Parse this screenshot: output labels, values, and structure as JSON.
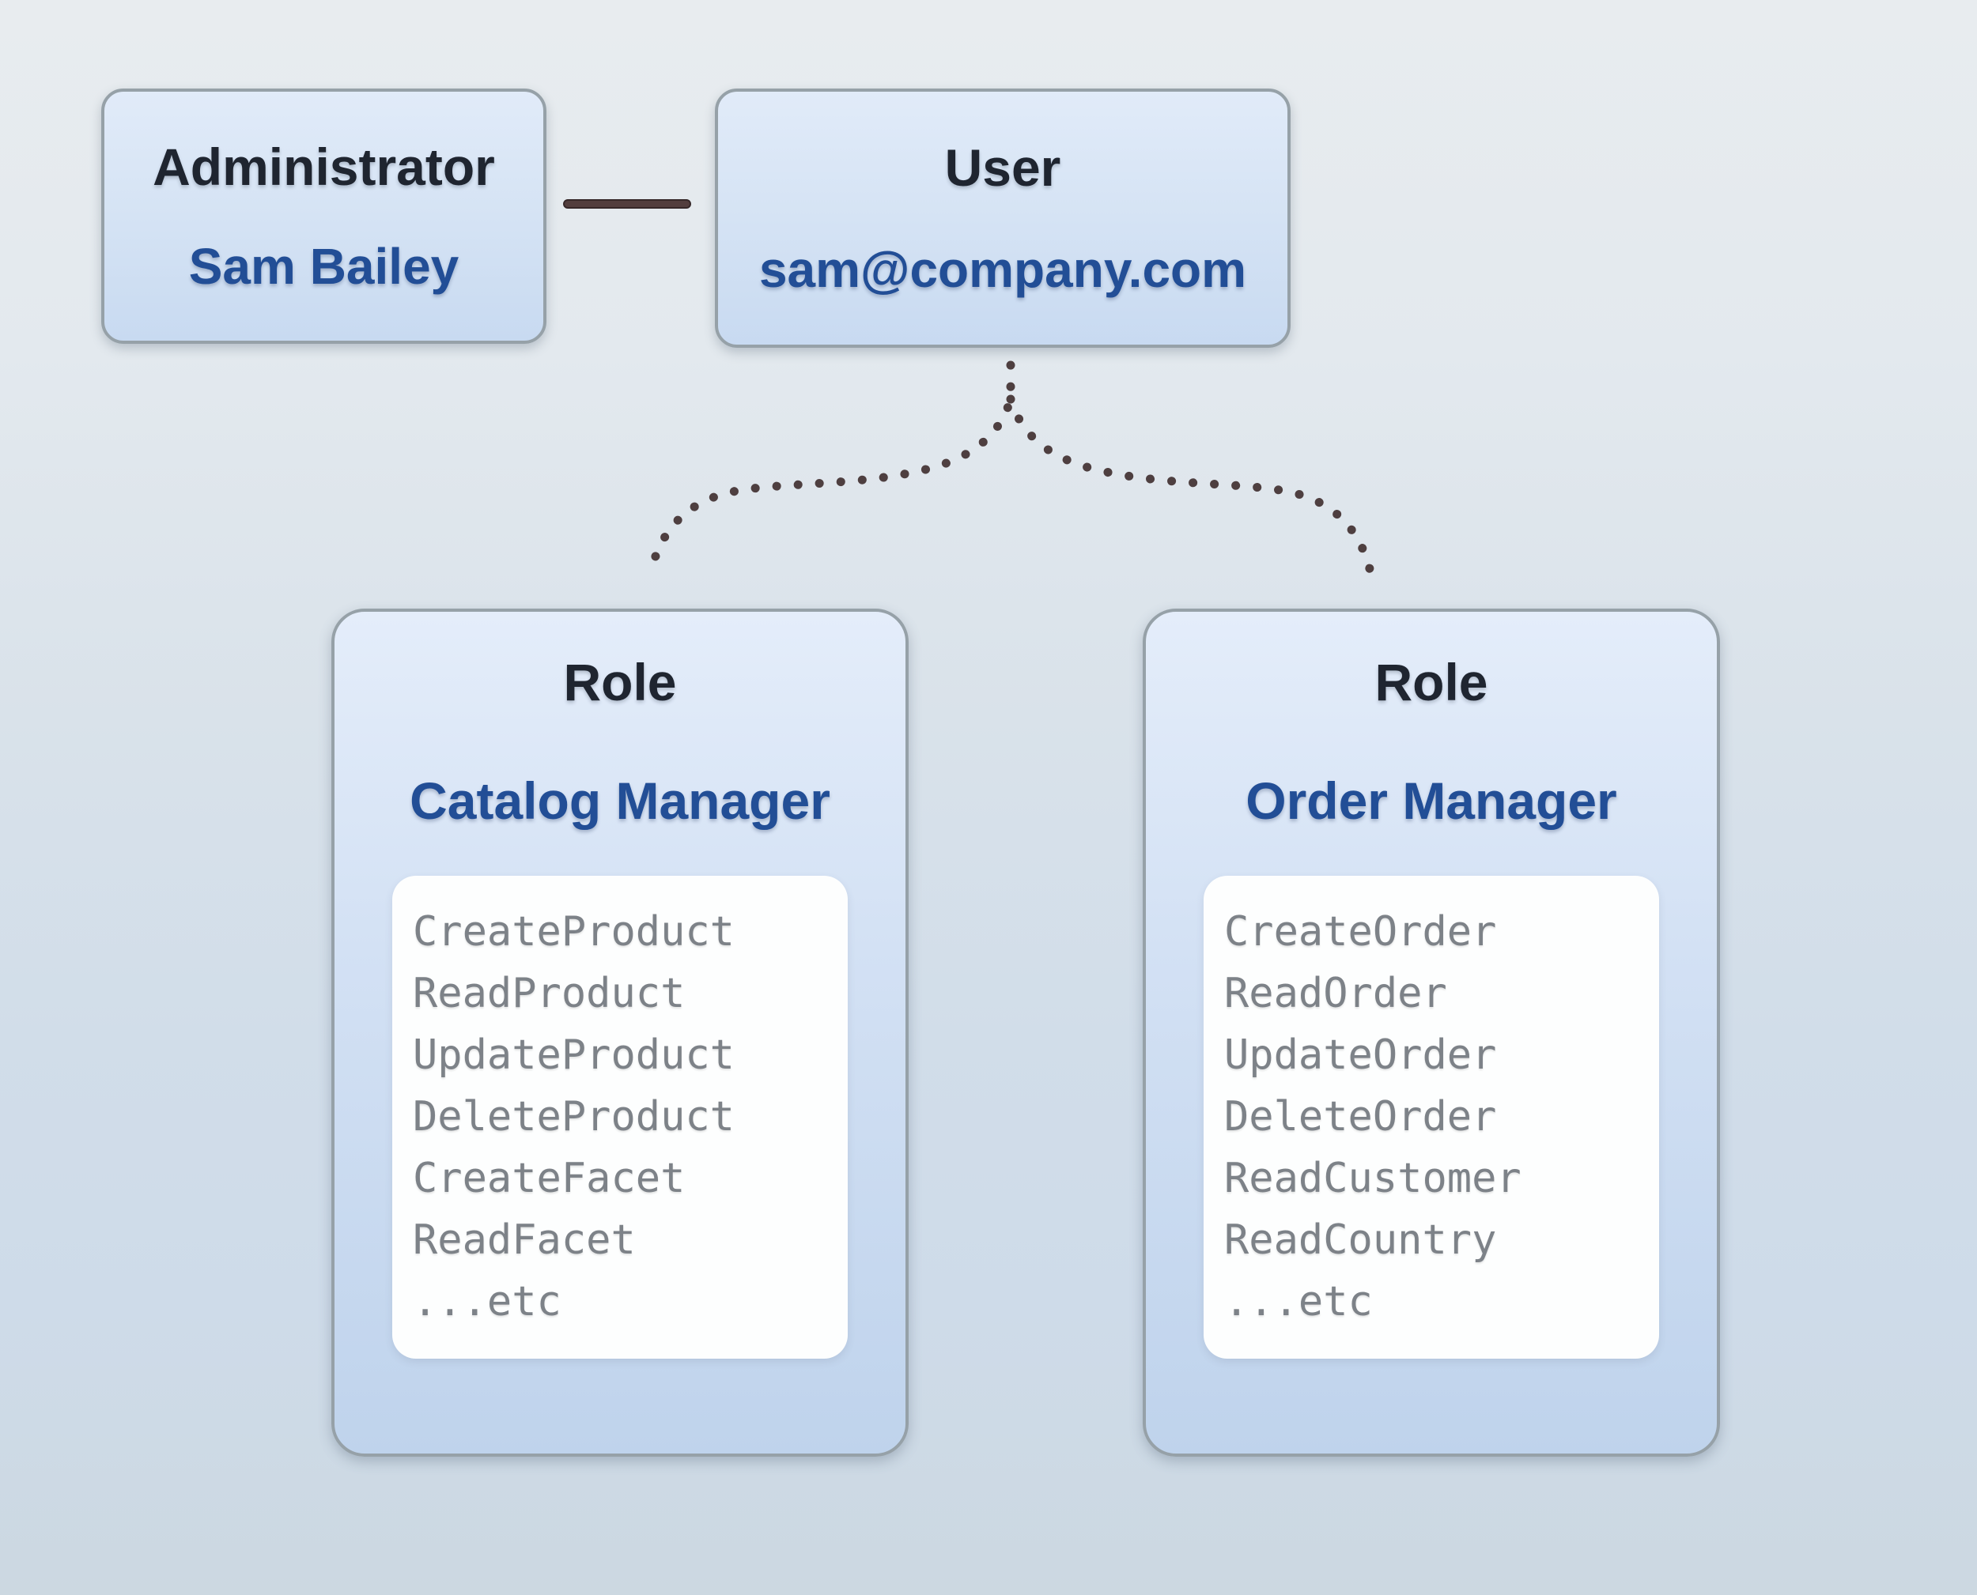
{
  "admin": {
    "title": "Administrator",
    "name": "Sam Bailey"
  },
  "user": {
    "title": "User",
    "email": "sam@company.com"
  },
  "roles": [
    {
      "title": "Role",
      "name": "Catalog Manager",
      "permissions": [
        "CreateProduct",
        "ReadProduct",
        "UpdateProduct",
        "DeleteProduct",
        "CreateFacet",
        "ReadFacet",
        "...etc"
      ]
    },
    {
      "title": "Role",
      "name": "Order Manager",
      "permissions": [
        "CreateOrder",
        "ReadOrder",
        "UpdateOrder",
        "DeleteOrder",
        "ReadCustomer",
        "ReadCountry",
        "...etc"
      ]
    }
  ],
  "colors": {
    "background_top": "#e8ecef",
    "background_bottom": "#ccd8e1",
    "box_fill_top": "#e4edfa",
    "box_fill_bottom": "#bfd3ec",
    "box_border": "#96a1a8",
    "heading_text": "#1f2530",
    "accent_blue": "#224e96",
    "permission_text": "#7d8288",
    "connector_line": "#533e3e",
    "dotted_line": "#4e3f40"
  }
}
